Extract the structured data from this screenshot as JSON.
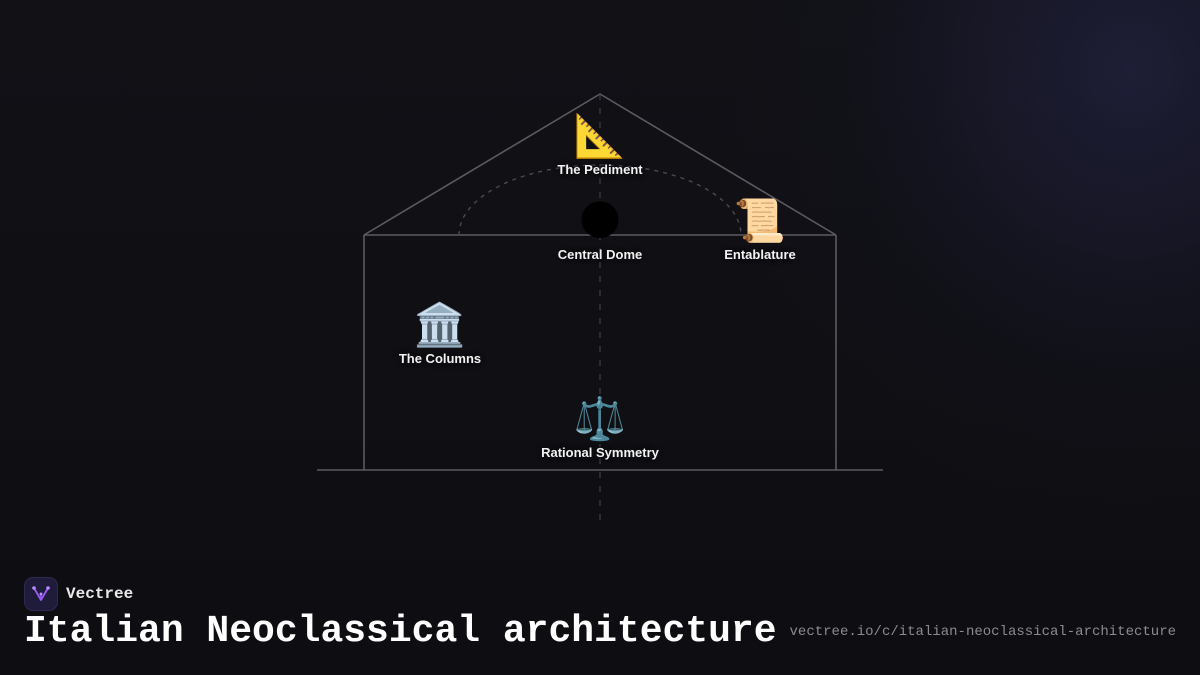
{
  "brand": {
    "name": "Vectree",
    "logo_icon": "vectree-logo-icon",
    "logo_color": "#9b5cf6"
  },
  "title": "Italian Neoclassical architecture",
  "url": "vectree.io/c/italian-neoclassical-architecture",
  "nodes": [
    {
      "id": "pediment",
      "label": "The Pediment",
      "glyph": "📐",
      "icon": "triangular-ruler-icon"
    },
    {
      "id": "dome",
      "label": "Central Dome",
      "glyph": "🌑",
      "icon": "globe-icon"
    },
    {
      "id": "entablature",
      "label": "Entablature",
      "glyph": "📜",
      "icon": "scroll-icon"
    },
    {
      "id": "columns",
      "label": "The Columns",
      "glyph": "🏛️",
      "icon": "classical-building-icon"
    },
    {
      "id": "symmetry",
      "label": "Rational Symmetry",
      "glyph": "⚖️",
      "icon": "balance-scale-icon"
    }
  ]
}
